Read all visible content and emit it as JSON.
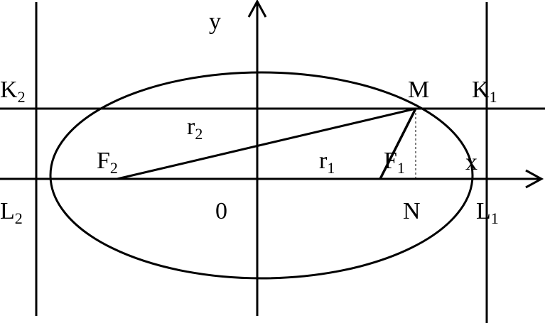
{
  "colors": {
    "ink": "#000000",
    "background": "#ffffff"
  },
  "labels": {
    "y_axis": "y",
    "x_axis": "x",
    "origin": "0",
    "point_m": "M",
    "point_n": "N",
    "k2": {
      "base": "K",
      "sub": "2"
    },
    "k1": {
      "base": "K",
      "sub": "1"
    },
    "l2": {
      "base": "L",
      "sub": "2"
    },
    "l1": {
      "base": "L",
      "sub": "1"
    },
    "f2": {
      "base": "F",
      "sub": "2"
    },
    "f1": {
      "base": "F",
      "sub": "1"
    },
    "r2": {
      "base": "r",
      "sub": "2"
    },
    "r1": {
      "base": "r",
      "sub": "1"
    }
  }
}
